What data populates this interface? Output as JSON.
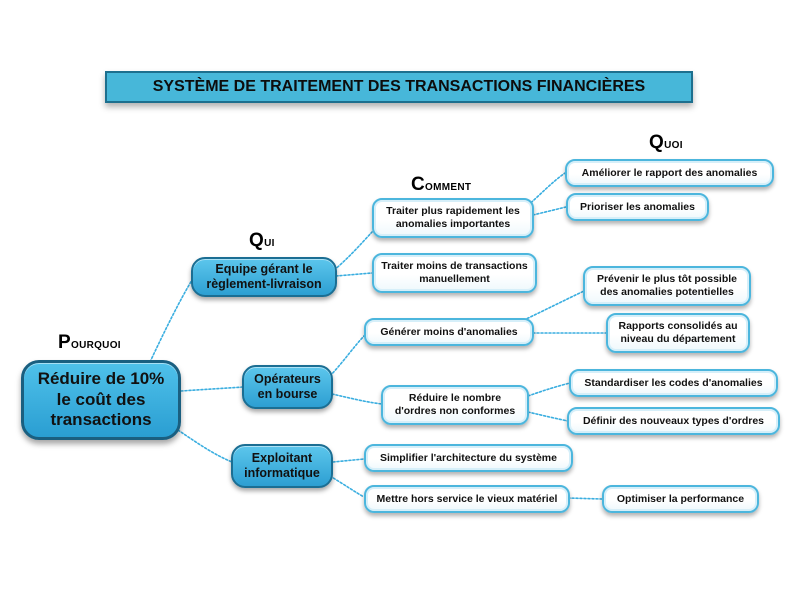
{
  "title": "SYSTÈME DE TRAITEMENT DES TRANSACTIONS FINANCIÈRES",
  "headings": {
    "pourquoi": "Pourquoi",
    "qui": "Qui",
    "comment": "Comment",
    "quoi": "Quoi"
  },
  "root": "Réduire de 10% le coût des transactions",
  "qui": {
    "equipe": "Equipe gérant le règlement-livraison",
    "operateurs": "Opérateurs en bourse",
    "exploitant": "Exploitant informatique"
  },
  "comment": {
    "traiter_rapidement": "Traiter plus rapidement les anomalies importantes",
    "traiter_moins": "Traiter moins de transactions manuellement",
    "generer_moins": "Générer moins d'anomalies",
    "reduire_ordres": "Réduire le nombre d'ordres non conformes",
    "simplifier": "Simplifier l'architecture du système",
    "mettre_hors_service": "Mettre hors service le vieux matériel"
  },
  "quoi": {
    "ameliorer": "Améliorer le rapport des anomalies",
    "prioriser": "Prioriser les anomalies",
    "prevenir": "Prévenir le plus tôt possible des anomalies potentielles",
    "rapports": "Rapports consolidés au niveau du département",
    "standardiser": "Standardiser les codes d'anomalies",
    "definir": "Définir des nouveaux types d'ordres",
    "optimiser": "Optimiser la performance"
  },
  "colors": {
    "node_fill": "#3aaee0",
    "node_border": "#1b6e93",
    "box_border": "#4cb6dd",
    "connector": "#3aaee0",
    "title_fill": "#47b7d9"
  }
}
